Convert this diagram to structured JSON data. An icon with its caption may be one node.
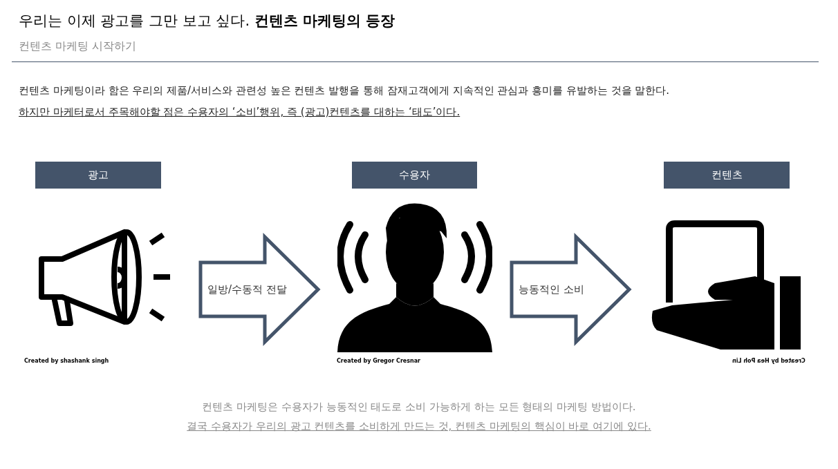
{
  "diagram": {
    "title": "우리는 이제 광고를 그만 보고 싶다. **컨텐츠 마케팅의 등장**",
    "nodes": [
      {
        "text": [
          "광고"
        ]
      },
      {
        "text": [
          "수용자"
        ]
      },
      {
        "text": [
          "컨텐츠"
        ]
      },
      {
        "text": [],
        "shape": "picture"
      },
      {
        "text": [],
        "shape": "picture"
      },
      {
        "text": [],
        "shape": "picture"
      }
    ],
    "edges": [
      {
        "from": 3,
        "to": 4,
        "arrow": "to",
        "label": "일방/수동적 전달"
      },
      {
        "from": 4,
        "to": 5,
        "arrow": "to",
        "label": "능동적인 소비"
      }
    ],
    "labels": [
      "컨텐츠 마케팅 시작하기",
      "컨텐츠 마케팅이라 함은 우리의 제품/서비스와 관련성 높은 컨텐츠 발행을 통해 잠재고객에게 지속적인 관심과 흥미를 유발하는 것을 말한다.",
      "하지만 마케터로서 주목해야할 점은 수용자의 ‘소비’행위, 즉 (광고)컨텐츠를 대하는 ‘태도’이다.",
      "Created by shashank singh",
      "Created by Gregor Cresnar",
      "Created by Hea Poh Lin",
      "컨텐츠 마케팅은 수용자가 능동적인 태도로 소비 가능하게 하는 모든 형태의 마케팅 방법이다.",
      "결국 수용자가 우리의 광고 컨텐츠를 소비하게 만드는 것, 컨텐츠 마케팅의 핵심이 바로 여기에 있다."
    ]
  }
}
